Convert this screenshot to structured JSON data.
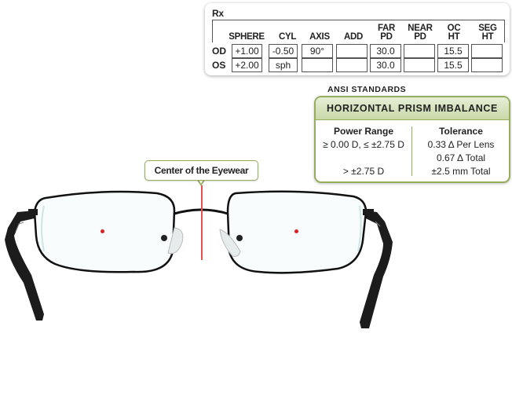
{
  "rx": {
    "title": "Rx",
    "columns": [
      {
        "label": "SPHERE"
      },
      {
        "label": "CYL"
      },
      {
        "label": "AXIS"
      },
      {
        "label": "ADD"
      },
      {
        "label": "FAR PD",
        "line1": "FAR",
        "line2": "PD"
      },
      {
        "label": "NEAR PD",
        "line1": "NEAR",
        "line2": "PD"
      },
      {
        "label": "OC HT",
        "line1": "OC",
        "line2": "HT"
      },
      {
        "label": "SEG HT",
        "line1": "SEG",
        "line2": "HT"
      }
    ],
    "rows": [
      {
        "eye": "OD",
        "values": [
          "+1.00",
          "-0.50",
          "90°",
          "",
          "30.0",
          "",
          "15.5",
          ""
        ]
      },
      {
        "eye": "OS",
        "values": [
          "+2.00",
          "sph",
          "",
          "",
          "30.0",
          "",
          "15.5",
          ""
        ]
      }
    ]
  },
  "ansi": {
    "label": "ANSI STANDARDS",
    "title": "HORIZONTAL PRISM IMBALANCE",
    "power_range": {
      "header": "Power Range",
      "values": [
        "≥ 0.00 D, ≤ ±2.75 D",
        "",
        "> ±2.75 D"
      ]
    },
    "tolerance": {
      "header": "Tolerance",
      "values": [
        "0.33 Δ Per Lens",
        "0.67 Δ Total",
        "±2.5 mm Total"
      ]
    }
  },
  "callout": {
    "label": "Center of the Eyewear"
  },
  "colors": {
    "accent_green": "#95ad5c",
    "center_line": "#e35050",
    "optical_center_dot": "#e02020"
  }
}
